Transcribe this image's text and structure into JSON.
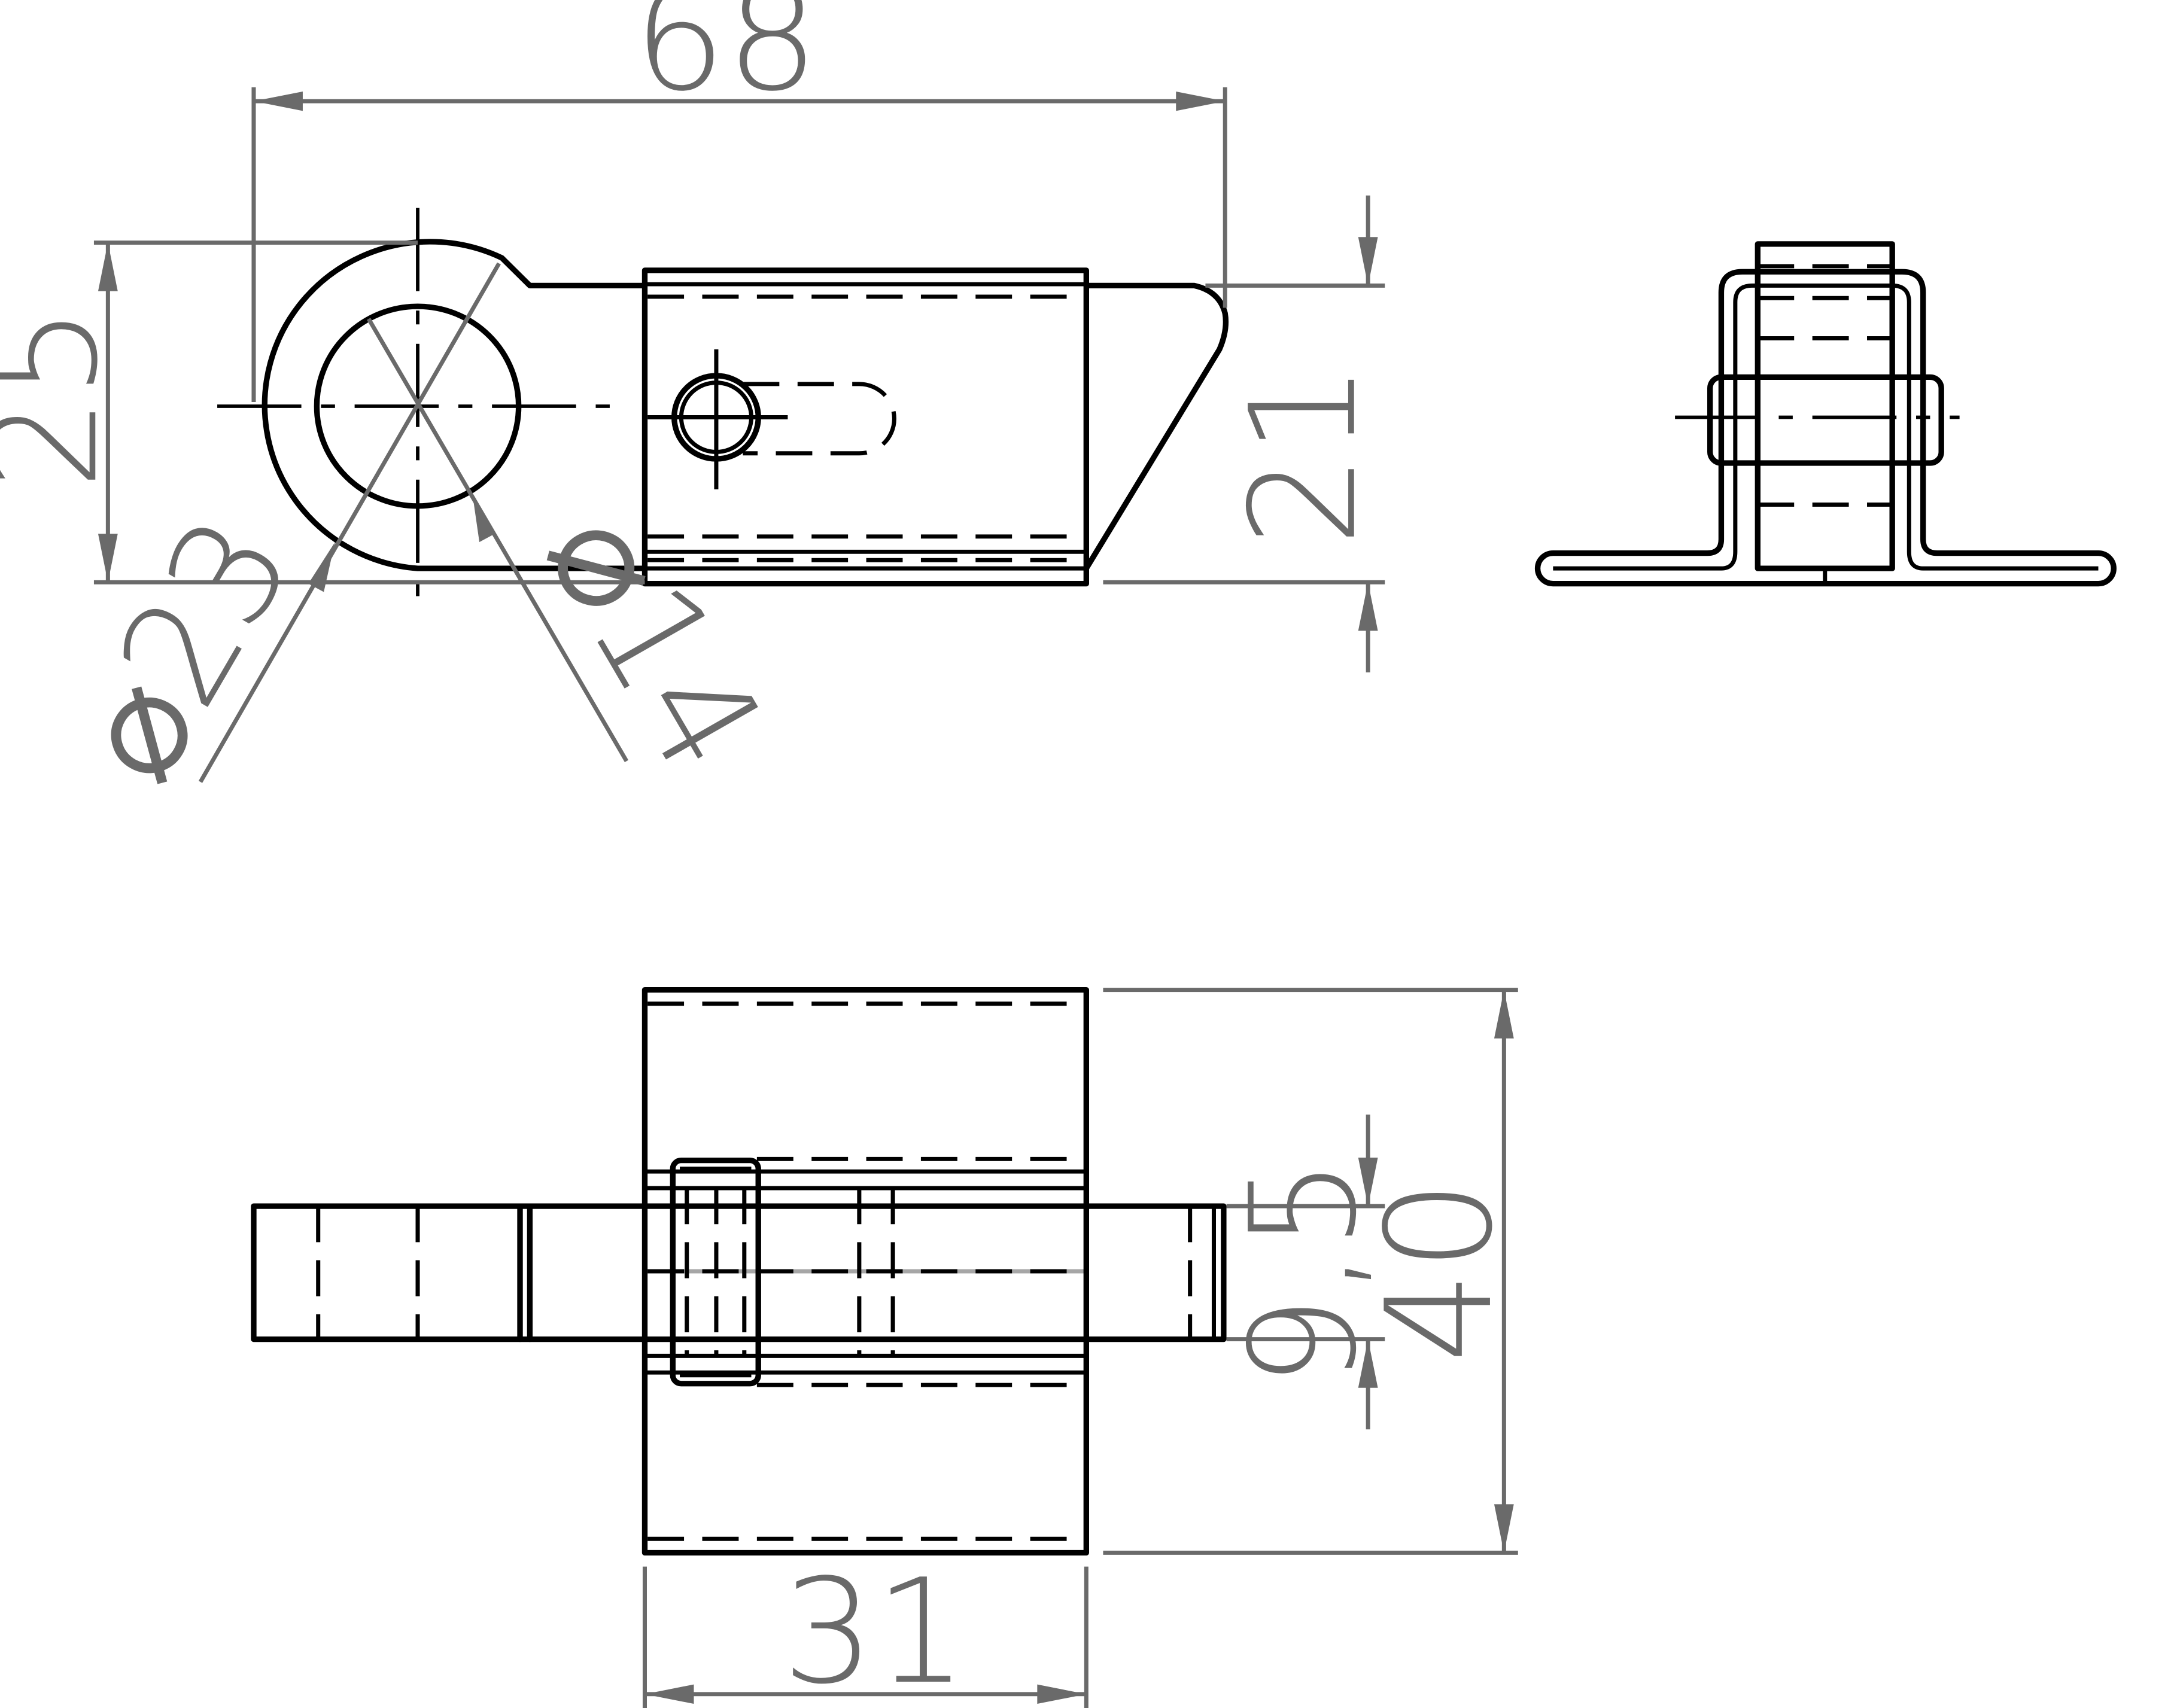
{
  "drawing": {
    "views": [
      "front-view",
      "side-view",
      "top-view"
    ],
    "dimensions": {
      "overall_length": "68",
      "overall_height": "25",
      "bracket_height": "21",
      "outer_diameter": "⌀23",
      "hole_diameter": "⌀14",
      "slot_width": "9,5",
      "body_width": "40",
      "body_depth": "31"
    }
  }
}
